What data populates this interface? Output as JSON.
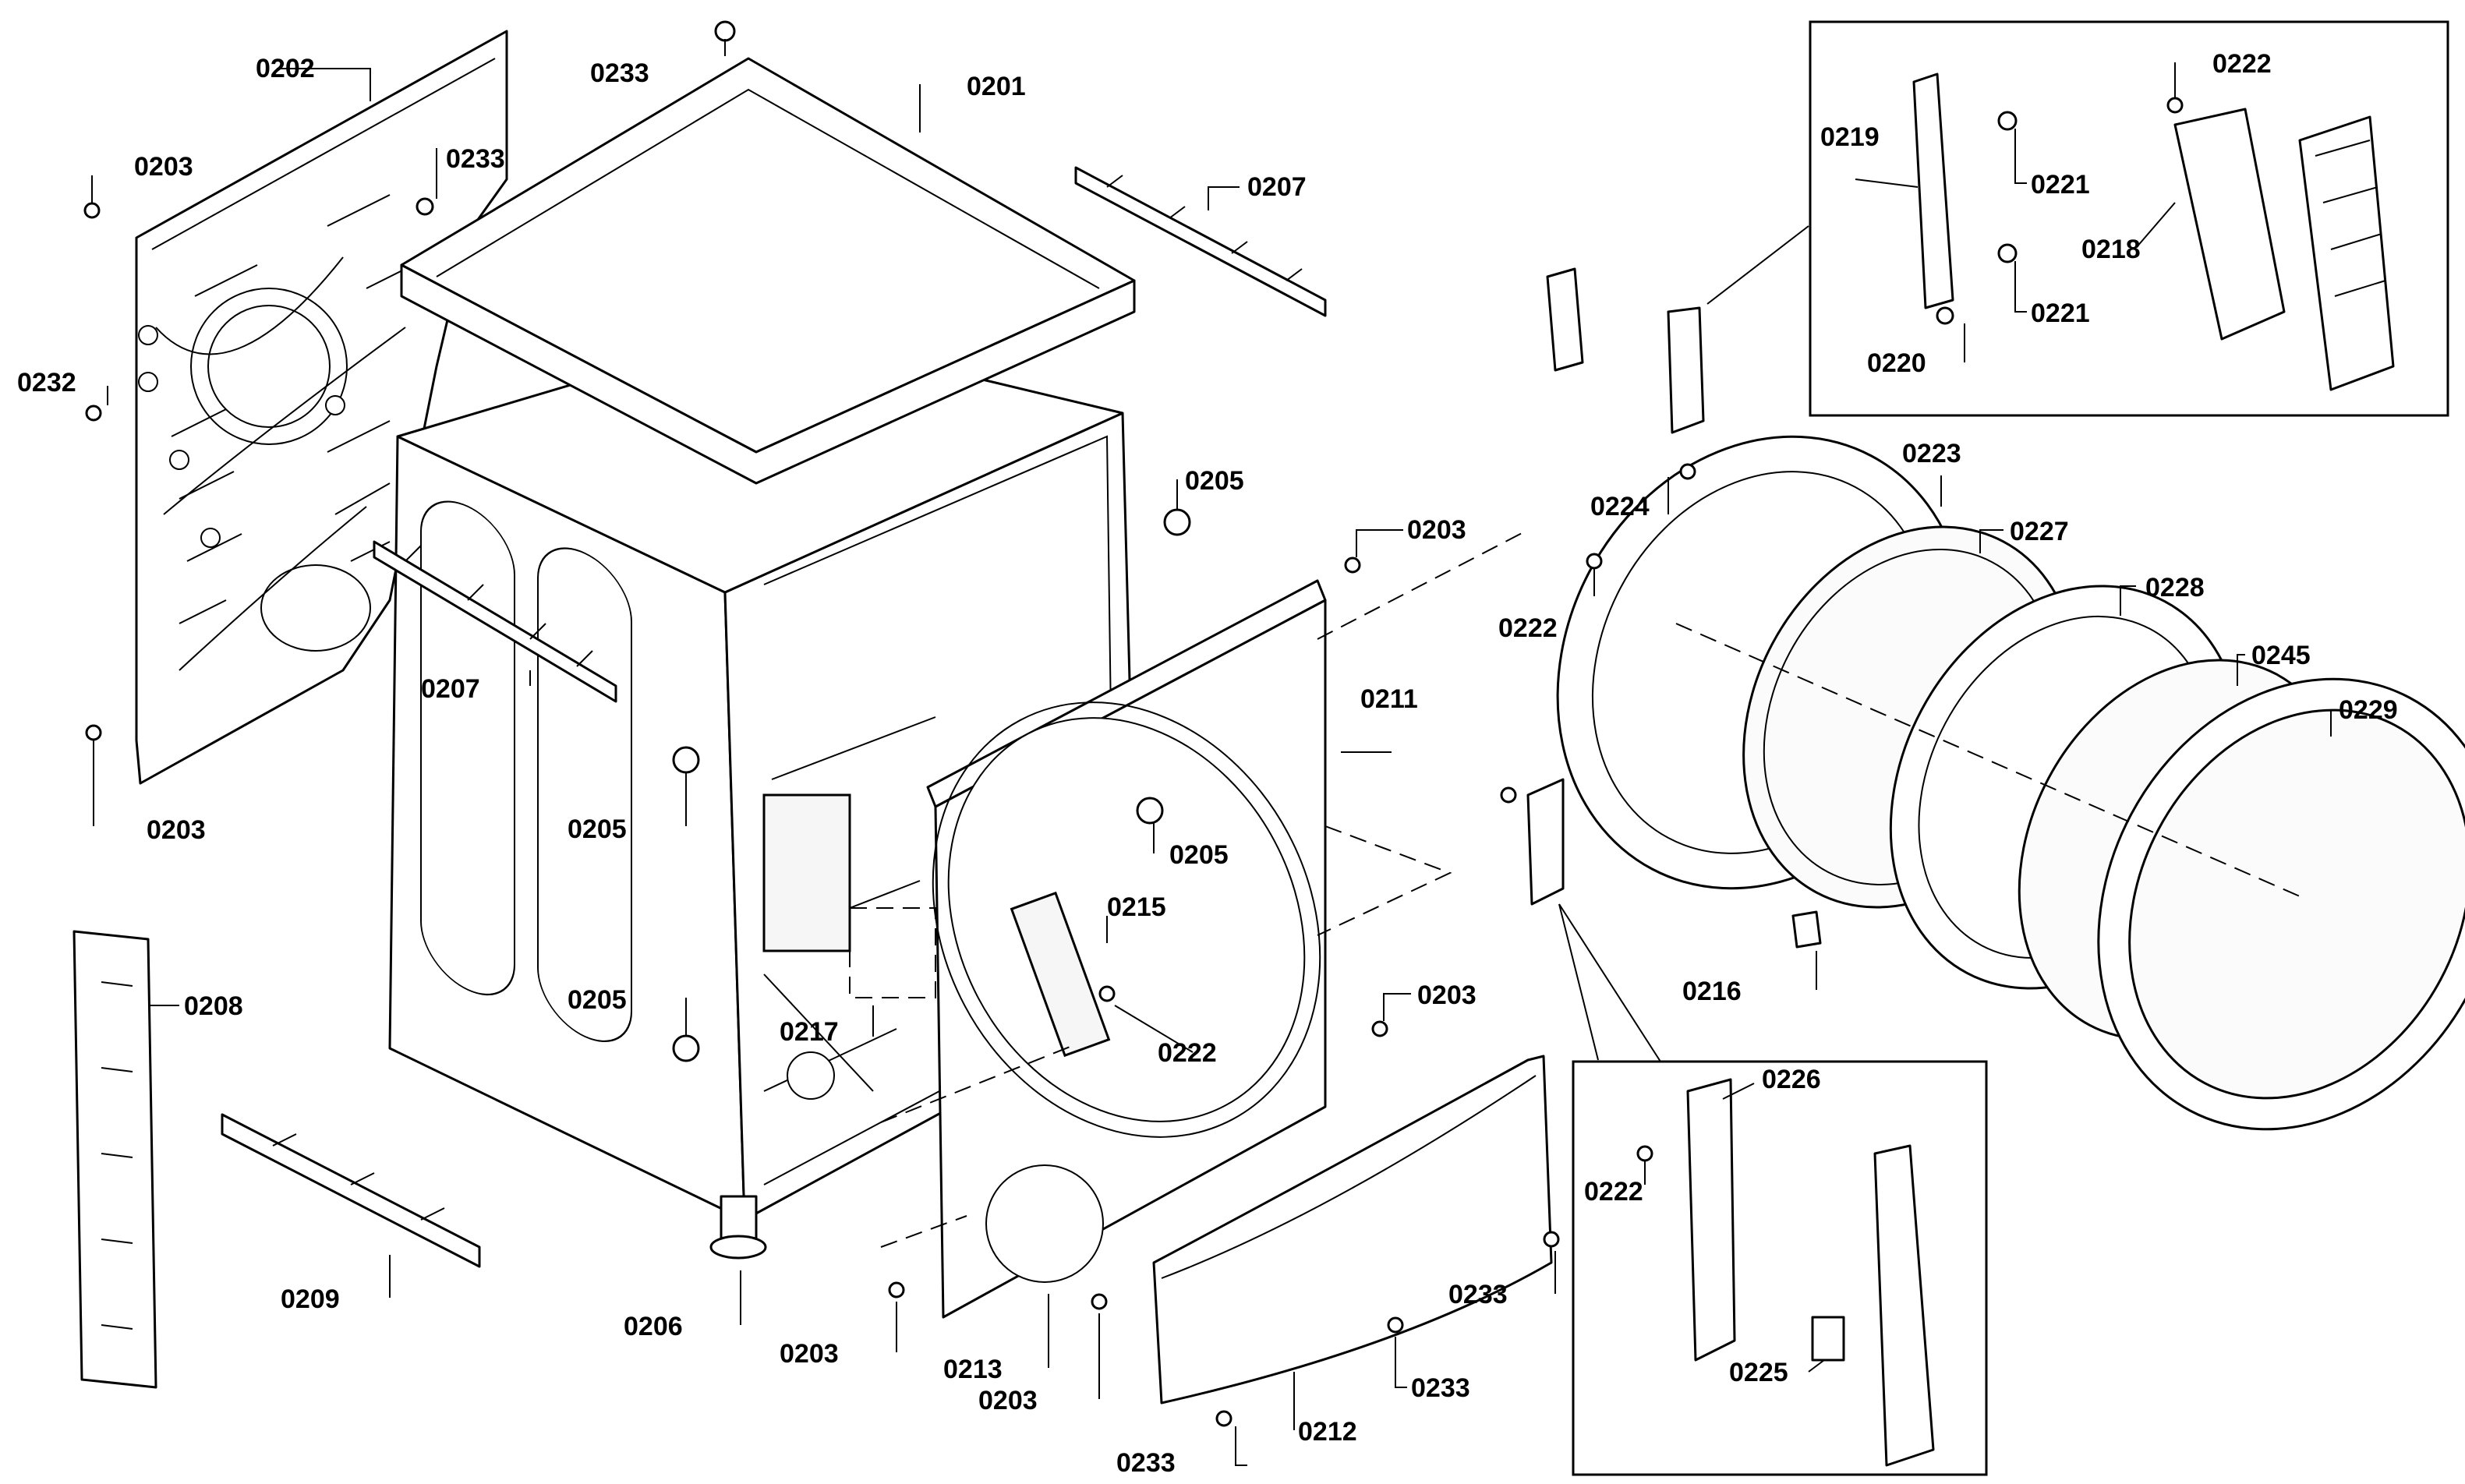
{
  "parts": [
    {
      "id": "p0201",
      "number": "0201"
    },
    {
      "id": "p0202",
      "number": "0202"
    },
    {
      "id": "p0203a",
      "number": "0203"
    },
    {
      "id": "p0233a",
      "number": "0233"
    },
    {
      "id": "p0233b",
      "number": "0233"
    },
    {
      "id": "p0207a",
      "number": "0207"
    },
    {
      "id": "p0232",
      "number": "0232"
    },
    {
      "id": "p0207b",
      "number": "0207"
    },
    {
      "id": "p0203b",
      "number": "0203"
    },
    {
      "id": "p0205a",
      "number": "0205"
    },
    {
      "id": "p0205b",
      "number": "0205"
    },
    {
      "id": "p0205c",
      "number": "0205"
    },
    {
      "id": "p0205d",
      "number": "0205"
    },
    {
      "id": "p0203c",
      "number": "0203"
    },
    {
      "id": "p0211",
      "number": "0211"
    },
    {
      "id": "p0215",
      "number": "0215"
    },
    {
      "id": "p0217",
      "number": "0217"
    },
    {
      "id": "p0222a",
      "number": "0222"
    },
    {
      "id": "p0203d",
      "number": "0203"
    },
    {
      "id": "p0208",
      "number": "0208"
    },
    {
      "id": "p0209",
      "number": "0209"
    },
    {
      "id": "p0206",
      "number": "0206"
    },
    {
      "id": "p0203e",
      "number": "0203"
    },
    {
      "id": "p0213",
      "number": "0213"
    },
    {
      "id": "p0203f",
      "number": "0203"
    },
    {
      "id": "p0233c",
      "number": "0233"
    },
    {
      "id": "p0233d",
      "number": "0233"
    },
    {
      "id": "p0233e",
      "number": "0233"
    },
    {
      "id": "p0212",
      "number": "0212"
    },
    {
      "id": "p0219",
      "number": "0219"
    },
    {
      "id": "p0222b",
      "number": "0222"
    },
    {
      "id": "p0221a",
      "number": "0221"
    },
    {
      "id": "p0218",
      "number": "0218"
    },
    {
      "id": "p0221b",
      "number": "0221"
    },
    {
      "id": "p0220",
      "number": "0220"
    },
    {
      "id": "p0223",
      "number": "0223"
    },
    {
      "id": "p0224",
      "number": "0224"
    },
    {
      "id": "p0227",
      "number": "0227"
    },
    {
      "id": "p0222c",
      "number": "0222"
    },
    {
      "id": "p0228",
      "number": "0228"
    },
    {
      "id": "p0245",
      "number": "0245"
    },
    {
      "id": "p0229",
      "number": "0229"
    },
    {
      "id": "p0216",
      "number": "0216"
    },
    {
      "id": "p0226",
      "number": "0226"
    },
    {
      "id": "p0222d",
      "number": "0222"
    },
    {
      "id": "p0225",
      "number": "0225"
    }
  ]
}
